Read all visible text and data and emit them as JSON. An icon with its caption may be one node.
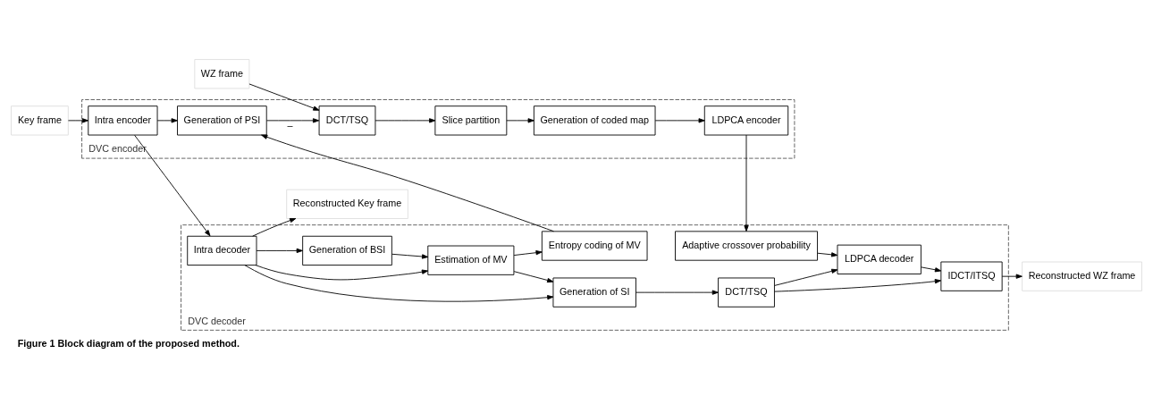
{
  "diagram": {
    "caption": "Figure 1 Block diagram of the proposed method.",
    "nodes": [
      {
        "text": [
          "WZ frame"
        ]
      },
      {
        "text": [
          "DVC encoder"
        ]
      },
      {
        "text": [
          "DCT/TSQ"
        ],
        "in": 1
      },
      {
        "text": [
          "Slice partition"
        ],
        "in": 1
      },
      {
        "text": [
          "Generation of coded map"
        ],
        "in": 1
      },
      {
        "text": [
          "LDPCA encoder"
        ],
        "in": 1
      },
      {
        "text": [
          "Generation of PSI"
        ],
        "in": 1
      },
      {
        "text": [
          "Intra encoder"
        ],
        "in": 1
      },
      {
        "text": [
          "Key frame"
        ]
      },
      {
        "text": [
          "DVC decoder"
        ]
      },
      {
        "text": [
          "Adaptive crossover probability"
        ],
        "in": 9
      },
      {
        "text": [
          "LDPCA decoder"
        ],
        "in": 9
      },
      {
        "text": [
          "IDCT/ITSQ"
        ],
        "in": 9
      },
      {
        "text": [
          "DCT/TSQ"
        ],
        "in": 9
      },
      {
        "text": [
          "Generation of SI"
        ],
        "in": 9
      },
      {
        "text": [
          "Entropy coding of MV"
        ],
        "in": 9
      },
      {
        "text": [
          "Estimation of MV"
        ],
        "in": 9
      },
      {
        "text": [
          "Generation of BSI"
        ],
        "in": 9
      },
      {
        "text": [
          "Intra decoder"
        ],
        "in": 9
      },
      {
        "text": [
          "Reconstructed WZ frame"
        ]
      },
      {
        "text": [
          "Reconstructed Key frame"
        ]
      }
    ],
    "edges": [
      {
        "from": 0,
        "to": 2,
        "arrow": "to"
      },
      {
        "from": 2,
        "to": 3,
        "arrow": "to"
      },
      {
        "from": 3,
        "to": 4,
        "arrow": "to"
      },
      {
        "from": 4,
        "to": 5,
        "arrow": "to"
      },
      {
        "from": 5,
        "to": 10,
        "arrow": "to"
      },
      {
        "from": 10,
        "to": 11,
        "arrow": "to"
      },
      {
        "from": 11,
        "to": 12,
        "arrow": "to"
      },
      {
        "from": 12,
        "to": 19,
        "arrow": "to"
      },
      {
        "from": 13,
        "to": 11,
        "arrow": "to"
      },
      {
        "from": 13,
        "to": 12,
        "arrow": "to"
      },
      {
        "from": 14,
        "to": 13,
        "arrow": "to"
      },
      {
        "from": 16,
        "to": 14,
        "arrow": "to"
      },
      {
        "from": 17,
        "to": 16,
        "arrow": "to"
      },
      {
        "from": 18,
        "to": 14,
        "arrow": "to"
      },
      {
        "from": 18,
        "to": 16,
        "arrow": "to"
      },
      {
        "from": 18,
        "to": 17,
        "arrow": "to"
      },
      {
        "from": 18,
        "to": 20,
        "arrow": "to"
      },
      {
        "from": 16,
        "to": 15,
        "arrow": "to"
      },
      {
        "from": 15,
        "to": 6,
        "arrow": "to"
      },
      {
        "from": 6,
        "to": 2,
        "arrow": "to",
        "label": "–"
      },
      {
        "from": 7,
        "to": 6,
        "arrow": "to"
      },
      {
        "from": 8,
        "to": 7,
        "arrow": "to"
      },
      {
        "from": 7,
        "to": 18,
        "arrow": "to"
      }
    ]
  }
}
